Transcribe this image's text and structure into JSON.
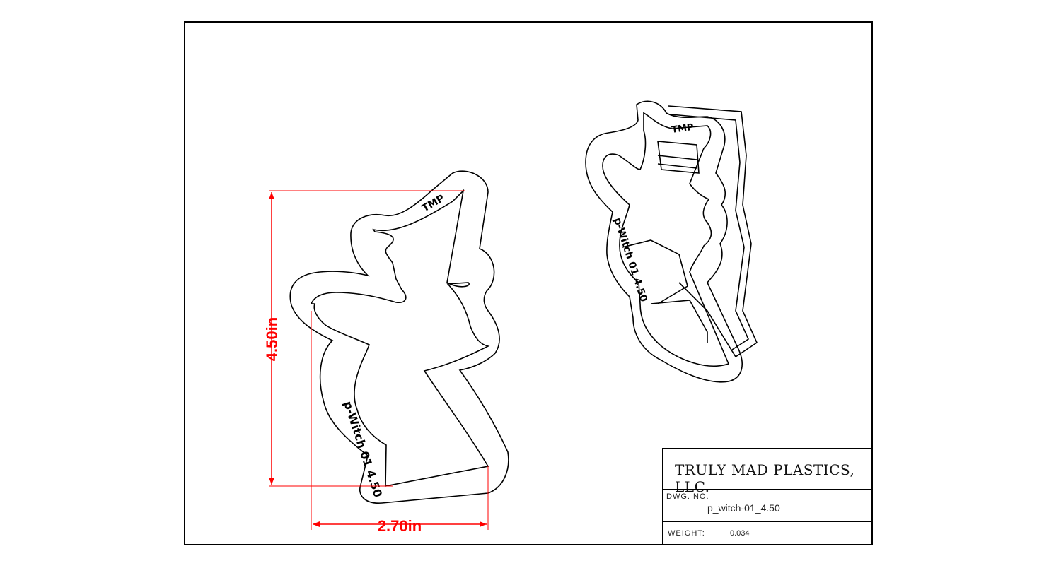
{
  "dimensions": {
    "height_label": "4.50in",
    "width_label": "2.70in",
    "color": "#ff0000"
  },
  "engraving": {
    "logo_text": "TMP",
    "part_text_front": "p-Witch 01  4.50",
    "part_text_iso": "p-Witch 01  4.50"
  },
  "title_block": {
    "company": "TRULY MAD PLASTICS, LLC.",
    "dwg_no_label": "DWG. NO.",
    "dwg_no_value": "p_witch-01_4.50",
    "weight_label": "WEIGHT:",
    "weight_value": "0.034"
  }
}
